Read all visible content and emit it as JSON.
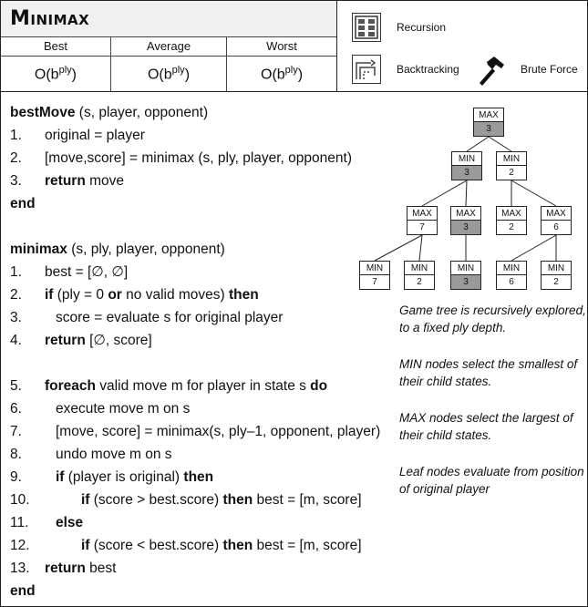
{
  "header": {
    "title": "Minimax",
    "complexity": {
      "headers": [
        "Best",
        "Average",
        "Worst"
      ],
      "values": [
        {
          "base": "O(b",
          "exp": "ply",
          "close": ")"
        },
        {
          "base": "O(b",
          "exp": "ply",
          "close": ")"
        },
        {
          "base": "O(b",
          "exp": "ply",
          "close": ")"
        }
      ]
    },
    "categories": [
      {
        "label": "Recursion",
        "icon": "recursion-icon"
      },
      {
        "label": "Backtracking",
        "icon": "backtracking-icon"
      },
      {
        "label": "Brute Force",
        "icon": "hammer-icon"
      }
    ]
  },
  "code": {
    "lines": [
      {
        "num": "",
        "parts": [
          {
            "b": "bestMove"
          },
          {
            "t": " (s, player, opponent)"
          }
        ]
      },
      {
        "num": "1.",
        "indent": 0,
        "parts": [
          {
            "t": "original = player"
          }
        ]
      },
      {
        "num": "2.",
        "indent": 0,
        "parts": [
          {
            "t": "[move,score] = minimax (s, ply, player, opponent)"
          }
        ]
      },
      {
        "num": "3.",
        "indent": 0,
        "parts": [
          {
            "b": "return"
          },
          {
            "t": " move"
          }
        ]
      },
      {
        "num": "",
        "parts": [
          {
            "b": "end"
          }
        ]
      },
      {
        "num": "",
        "parts": []
      },
      {
        "num": "",
        "parts": [
          {
            "b": "minimax"
          },
          {
            "t": " (s, ply, player, opponent)"
          }
        ]
      },
      {
        "num": "1.",
        "indent": 0,
        "parts": [
          {
            "t": "best = [∅, ∅]"
          }
        ]
      },
      {
        "num": "2.",
        "indent": 0,
        "parts": [
          {
            "b": "if"
          },
          {
            "t": " (ply = 0 "
          },
          {
            "b": "or"
          },
          {
            "t": " no valid moves) "
          },
          {
            "b": "then"
          }
        ]
      },
      {
        "num": "3.",
        "indent": 1,
        "parts": [
          {
            "t": "score = evaluate s for original player"
          }
        ]
      },
      {
        "num": "4.",
        "indent": 0,
        "parts": [
          {
            "b": "return"
          },
          {
            "t": " [∅, score]"
          }
        ]
      },
      {
        "num": "",
        "parts": []
      },
      {
        "num": "5.",
        "indent": 0,
        "parts": [
          {
            "b": "foreach"
          },
          {
            "t": " valid move m for player in state s "
          },
          {
            "b": "do"
          }
        ]
      },
      {
        "num": "6.",
        "indent": 1,
        "parts": [
          {
            "t": "execute move m on s"
          }
        ]
      },
      {
        "num": "7.",
        "indent": 1,
        "parts": [
          {
            "t": "[move, score] = minimax(s, ply–1, opponent, player)"
          }
        ]
      },
      {
        "num": "8.",
        "indent": 1,
        "parts": [
          {
            "t": "undo move m on s"
          }
        ]
      },
      {
        "num": "9.",
        "indent": 1,
        "parts": [
          {
            "b": "if"
          },
          {
            "t": " (player is original) "
          },
          {
            "b": "then"
          }
        ]
      },
      {
        "num": "10.",
        "indent": 2,
        "parts": [
          {
            "b": "if"
          },
          {
            "t": " (score > best.score) "
          },
          {
            "b": "then"
          },
          {
            "t": " best = [m, score]"
          }
        ]
      },
      {
        "num": "11.",
        "indent": 1,
        "parts": [
          {
            "b": "else"
          }
        ]
      },
      {
        "num": "12.",
        "indent": 2,
        "parts": [
          {
            "b": "if"
          },
          {
            "t": " (score < best.score) "
          },
          {
            "b": "then"
          },
          {
            "t": " best = [m, score]"
          }
        ]
      },
      {
        "num": "13.",
        "indent": 0,
        "parts": [
          {
            "b": "return"
          },
          {
            "t": " best"
          }
        ]
      },
      {
        "num": "",
        "parts": [
          {
            "b": "end"
          }
        ]
      }
    ]
  },
  "tree": {
    "nodes": [
      {
        "id": "root",
        "type": "MAX",
        "value": "3",
        "selected": true
      },
      {
        "id": "l1a",
        "type": "MIN",
        "value": "3",
        "selected": true
      },
      {
        "id": "l1b",
        "type": "MIN",
        "value": "2",
        "selected": false
      },
      {
        "id": "l2a",
        "type": "MAX",
        "value": "7",
        "selected": false
      },
      {
        "id": "l2b",
        "type": "MAX",
        "value": "3",
        "selected": true
      },
      {
        "id": "l2c",
        "type": "MAX",
        "value": "2",
        "selected": false
      },
      {
        "id": "l2d",
        "type": "MAX",
        "value": "6",
        "selected": false
      },
      {
        "id": "l3a",
        "type": "MIN",
        "value": "7",
        "selected": false
      },
      {
        "id": "l3b",
        "type": "MIN",
        "value": "2",
        "selected": false
      },
      {
        "id": "l3c",
        "type": "MIN",
        "value": "3",
        "selected": true
      },
      {
        "id": "l3d",
        "type": "MIN",
        "value": "6",
        "selected": false
      },
      {
        "id": "l3e",
        "type": "MIN",
        "value": "2",
        "selected": false
      }
    ],
    "edges": [
      [
        "root",
        "l1a"
      ],
      [
        "root",
        "l1b"
      ],
      [
        "l1a",
        "l2a"
      ],
      [
        "l1a",
        "l2b"
      ],
      [
        "l1b",
        "l2c"
      ],
      [
        "l1b",
        "l2d"
      ],
      [
        "l2a",
        "l3a"
      ],
      [
        "l2a",
        "l3b"
      ],
      [
        "l2b",
        "l3c"
      ],
      [
        "l2d",
        "l3d"
      ],
      [
        "l2d",
        "l3e"
      ]
    ]
  },
  "notes": [
    "Game tree is recursively explored, to a fixed ply depth.",
    "MIN nodes select the smallest of their child states.",
    "MAX nodes select the largest of their child states.",
    "Leaf nodes evaluate from position of original player"
  ]
}
